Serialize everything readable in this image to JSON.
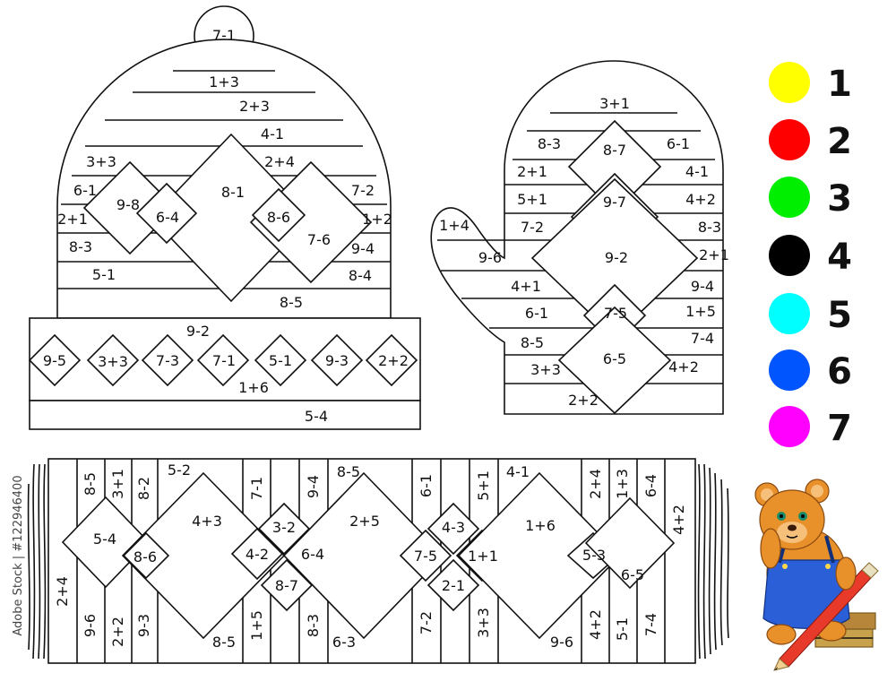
{
  "legend": [
    {
      "number": "1",
      "color": "#FFFF00"
    },
    {
      "number": "2",
      "color": "#FF0000"
    },
    {
      "number": "3",
      "color": "#00EE00"
    },
    {
      "number": "4",
      "color": "#000000"
    },
    {
      "number": "5",
      "color": "#00FFFF"
    },
    {
      "number": "6",
      "color": "#0055FF"
    },
    {
      "number": "7",
      "color": "#FF00FF"
    }
  ],
  "hat": {
    "pompom": "7-1",
    "stripes": [
      "1+3",
      "2+3",
      "4-1",
      "3+3",
      "2+4",
      "6-1",
      "7-2",
      "2+1",
      "1+2",
      "8-3",
      "9-4",
      "5-1",
      "8-4",
      "8-5"
    ],
    "diamonds": [
      "9-8",
      "6-4",
      "8-1",
      "8-6",
      "7-6"
    ],
    "band": [
      "9-2",
      "9-5",
      "3+3",
      "7-3",
      "7-1",
      "5-1",
      "9-3",
      "2+2",
      "1+6",
      "5-4"
    ]
  },
  "mitten": {
    "stripes": [
      "3+1",
      "8-3",
      "6-1",
      "2+1",
      "4-1",
      "5+1",
      "4+2",
      "7-2",
      "8-3",
      "1+4",
      "9-6",
      "2+1",
      "4+1",
      "9-4",
      "6-1",
      "1+5",
      "8-5",
      "7-4",
      "3+3",
      "4+2",
      "2+2"
    ],
    "diamonds": [
      "8-7",
      "9-7",
      "9-2",
      "7-5",
      "6-5"
    ]
  },
  "scarf": {
    "stripes": [
      "8-5",
      "3+1",
      "8-2",
      "5-2",
      "7-1",
      "9-4",
      "8-5",
      "6-1",
      "5+1",
      "4-1",
      "2+4",
      "1+3",
      "6-4",
      "4+2",
      "2+4",
      "9-6",
      "2+2",
      "9-3",
      "8-5",
      "1+5",
      "8-3",
      "6-3",
      "7-2",
      "3+3",
      "9-6",
      "4+2",
      "5-1",
      "7-4"
    ],
    "diamonds": [
      "5-4",
      "8-6",
      "4+3",
      "3-2",
      "4-2",
      "6-4",
      "8-7",
      "2+5",
      "4-3",
      "7-5",
      "1+1",
      "2-1",
      "1+6",
      "5-3",
      "6-5"
    ]
  },
  "watermark": "Adobe Stock | #122946400"
}
